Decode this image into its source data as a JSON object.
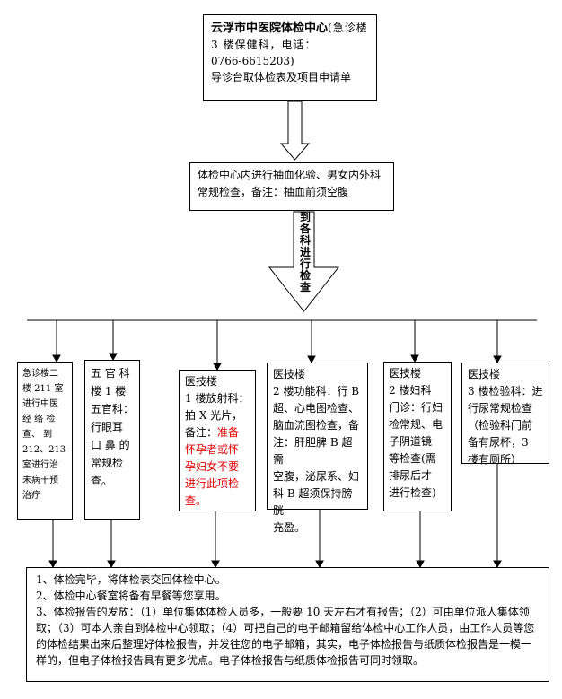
{
  "top": {
    "title": "云浮市中医院体检中心",
    "detail": "(急诊楼 3 楼保健科，电话：",
    "phone": "0766-6615203)",
    "line3": "导诊台取体检表及项目申请单"
  },
  "second": {
    "line1": "体检中心内进行抽血化验、男女内外科",
    "line2": "常规检查，备注：抽血前须空腹"
  },
  "arrow_label": "到各科进行检查",
  "branches": [
    {
      "text": "急诊楼二\n楼 211 室\n进行中医\n经 络 检\n查、 到\n212、213\n室进行治\n未病干预\n治疗"
    },
    {
      "text": "五 官 科\n楼 1 楼\n五官科：\n行眼耳\n口 鼻 的\n常规检\n查。"
    },
    {
      "text": "医技楼\n1 楼放射科：\n拍 X 光片，\n备注：",
      "red": "准备\n怀孕者或怀\n孕妇女不要\n进行此项检\n查。"
    },
    {
      "text": "医技楼\n2 楼功能科：行 B\n超、心电图检查、\n脑血流图检查，备\n注：肝胆脾 B 超需\n空腹，泌尿系、妇\n科 B 超须保持膀胱\n充盈。"
    },
    {
      "text": "医技楼\n2 楼妇科\n门诊：行妇\n检常规、电\n子阴道镜\n等检查(需\n排尿后才\n进行检查)"
    },
    {
      "text": "医技楼\n3 楼检验科：进\n行尿常规检查\n（检验科门前\n备有尿杯，3\n楼有厕所）"
    }
  ],
  "bottom": {
    "items": [
      "1、体检完毕，将体检表交回体检中心。",
      "2、体检中心餐室将备有早餐等您享用。",
      "3、体检报告的发放：（1）单位集体体检人员多，一般要 10 天左右才有报告；（2）可由单位派人集体领取；（3）可本人亲自到体检中心领取；（4）可把自己的电子邮箱留给体检中心工作人员，由工作人员等您的体检结果出来后整理好体检报告，并发往您的电子邮箱，其实，电子体检报告与纸质体检报告是一模一样的，但电子体检报告具有更多优点。电子体检报告与纸质体检报告可同时领取。"
    ]
  }
}
